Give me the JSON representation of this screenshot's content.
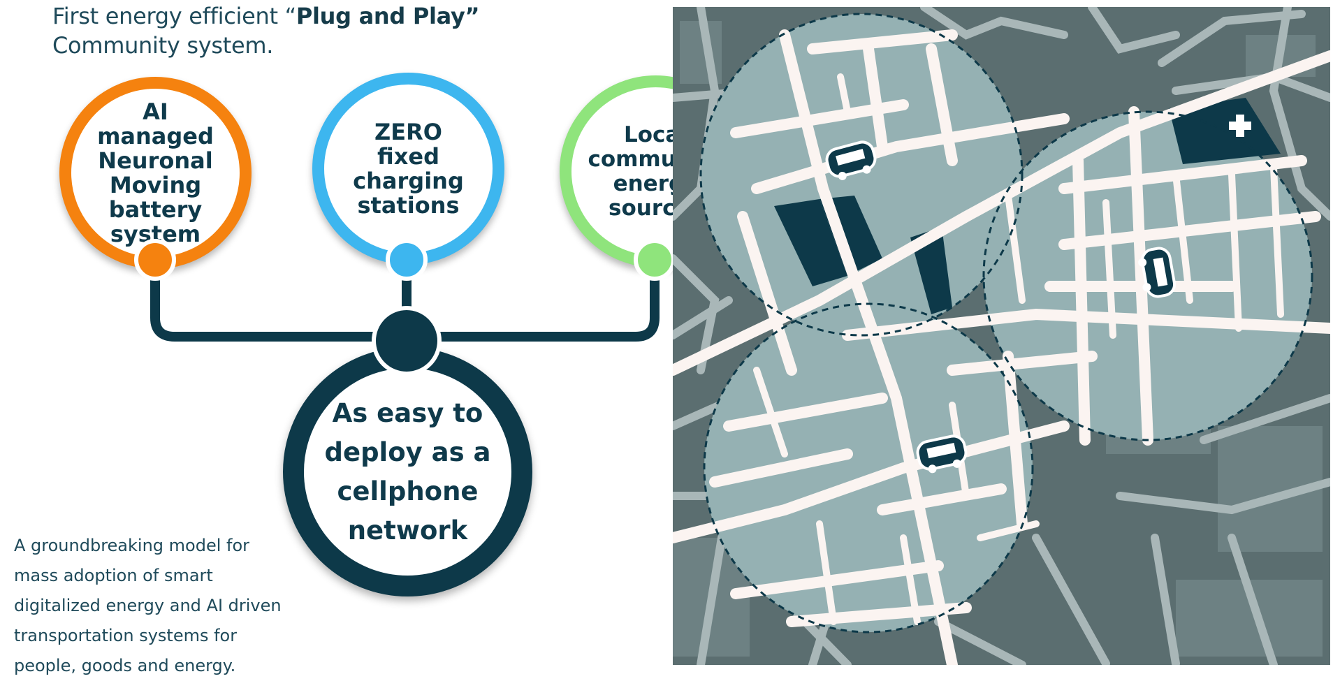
{
  "heading": {
    "line1_prefix": "First energy efficient “",
    "line1_bold": "Plug and Play”",
    "line2": "Community system."
  },
  "features": [
    {
      "text": "AI\nmanaged\nNeuronal\nMoving\nbattery\nsystem",
      "color": "#f5820f"
    },
    {
      "text": "ZERO\nfixed\ncharging\nstations",
      "color": "#3db6ef"
    },
    {
      "text": "Local\ncommunity\nenergy\nsources",
      "color": "#8fe47c"
    }
  ],
  "main": {
    "text": "As easy to\ndeploy as a\ncellphone\nnetwork"
  },
  "description": "A groundbreaking model for\nmass adoption of smart\ndigitalized energy  and  AI driven\ntransportation systems for\npeople, goods and energy.",
  "icons": {
    "vehicle": "autonomous-shuttle-icon",
    "hospital": "hospital-cross-icon"
  },
  "colors": {
    "navy": "#0d3949",
    "orange": "#f5820f",
    "blue": "#3db6ef",
    "green": "#8fe47c",
    "map_block": "#95b1b3",
    "map_dark": "#5b6e70",
    "road": "#fbf4f1"
  }
}
